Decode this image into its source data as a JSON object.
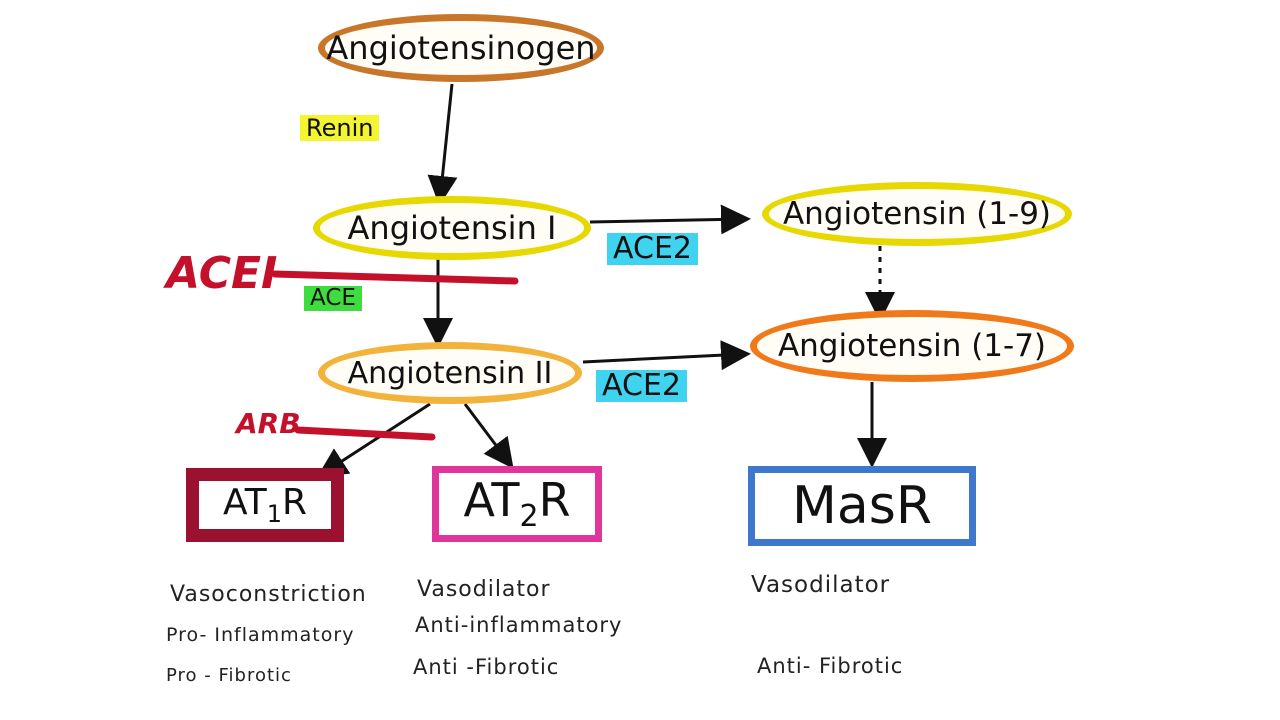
{
  "nodes": {
    "angiotensinogen": "Angiotensinogen",
    "angiotensin_i": "Angiotensin I",
    "angiotensin_ii": "Angiotensin II",
    "angiotensin_1_9": "Angiotensin (1-9)",
    "angiotensin_1_7": "Angiotensin (1-7)",
    "masr": "MasR"
  },
  "receptors": {
    "at1r": {
      "prefix": "AT",
      "sub": "1",
      "suffix": "R"
    },
    "at2r": {
      "prefix": "AT",
      "sub": "2",
      "suffix": "R"
    }
  },
  "enzymes": {
    "renin": "Renin",
    "ace": "ACE",
    "ace2_top": "ACE2",
    "ace2_bottom": "ACE2"
  },
  "inhibitors": {
    "acei": "ACEI",
    "arb": "ARB"
  },
  "effects": {
    "at1r": [
      "Vasoconstriction",
      "Pro- Inflammatory",
      "Pro - Fibrotic"
    ],
    "at2r": [
      "Vasodilator",
      "Anti-inflammatory",
      "Anti -Fibrotic"
    ],
    "masr": [
      "Vasodilator",
      "Anti- Fibrotic"
    ]
  },
  "colors": {
    "angiotensinogen_border": "#c8762a",
    "angiotensin_i_border": "#e6d800",
    "angiotensin_ii_border": "#f2b33d",
    "angiotensin_1_9_border": "#e6d800",
    "angiotensin_1_7_border": "#f07a1a",
    "at1r_border": "#9a1230",
    "at2r_border": "#e0359a",
    "masr_border": "#3e77cc",
    "renin_highlight": "#f4f532",
    "ace_highlight": "#3fdc3f",
    "ace2_highlight": "#3fd3f0",
    "inhibitor": "#c4102a",
    "arrow": "#111111"
  }
}
